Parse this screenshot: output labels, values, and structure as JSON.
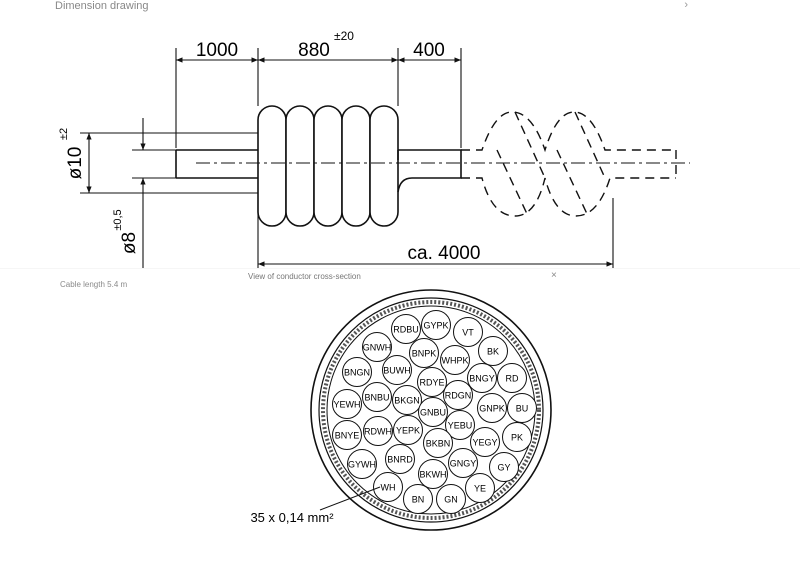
{
  "header": {
    "title": "Dimension drawing",
    "expand_icon": "chevron-right-icon"
  },
  "dimension_drawing": {
    "dims": {
      "d1000": "1000",
      "d880": "880",
      "d880_tol": "±20",
      "d400": "400",
      "d4000": "ca. 4000",
      "dia10": "ø10",
      "dia10_tol": "±2",
      "dia8": "ø8",
      "dia8_tol": "±0,5"
    },
    "cable_length": "Cable length 5.4 m"
  },
  "cross_section": {
    "title": "View of conductor cross-section",
    "close_icon": "close-icon",
    "conductor_label": "35 x 0,14 mm²",
    "conductors": [
      "RDBU",
      "GYPK",
      "VT",
      "GNWH",
      "BNPK",
      "WHPK",
      "BK",
      "BNGN",
      "BUWH",
      "RDYE",
      "BNGY",
      "RD",
      "YEWH",
      "BNBU",
      "BKGN",
      "RDGN",
      "GNPK",
      "BU",
      "GNBU",
      "BNYE",
      "RDWH",
      "YEPK",
      "YEBU",
      "PK",
      "BKBN",
      "YEGY",
      "GYWH",
      "BNRD",
      "GNGY",
      "GY",
      "BKWH",
      "WH",
      "BN",
      "GN",
      "YE"
    ]
  }
}
